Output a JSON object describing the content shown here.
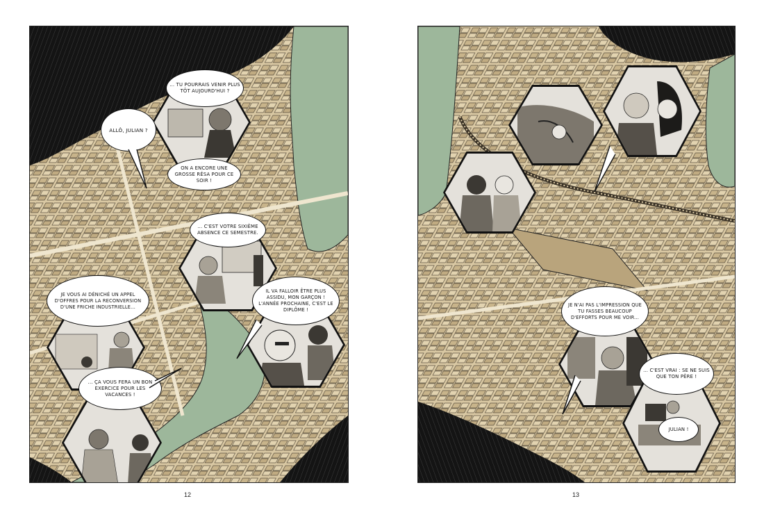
{
  "pages": {
    "left": {
      "number": "12",
      "dialogue": [
        "ALLÔ, JULIAN ?",
        "... TU POURRAIS VENIR PLUS TÔT AUJOURD'HUI ?",
        "ON A ENCORE UNE GROSSE RÉSA POUR CE SOIR !",
        "... C'EST VOTRE SIXIÈME ABSENCE CE SEMESTRE.",
        "IL VA FALLOIR ÊTRE PLUS ASSIDU, MON GARÇON ! L'ANNÉE PROCHAINE, C'EST LE DIPLÔME !",
        "JE VOUS AI DÉNICHÉ UN APPEL D'OFFRES POUR LA RECONVERSION D'UNE FRICHE INDUSTRIELLE...",
        "... ÇA VOUS FERA UN BON EXERCICE POUR LES VACANCES !"
      ]
    },
    "right": {
      "number": "13",
      "dialogue": [
        "JE N'AI PAS L'IMPRESSION QUE TU FASSES BEAUCOUP D'EFFORTS POUR ME VOIR...",
        "... C'EST VRAI : SE NE SUIS QUE TON PÈRE !",
        "JULIAN !"
      ]
    }
  },
  "colors": {
    "sand": "#d9c8a3",
    "sand_dark": "#b9a47c",
    "water": "#9db79b",
    "dark": "#141414",
    "ink": "#111111",
    "panel_bg": "#e4e1db"
  }
}
